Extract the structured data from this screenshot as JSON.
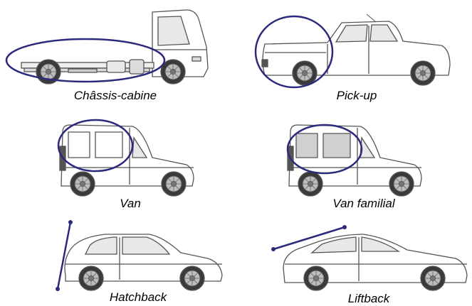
{
  "captions": {
    "chassis_cab": "Châssis-cabine",
    "pickup": "Pick-up",
    "van": "Van",
    "family_van": "Van familial",
    "hatchback": "Hatchback",
    "liftback": "Liftback"
  },
  "colors": {
    "highlight": "#2b2a7c",
    "vehicle_outline": "#555555",
    "vehicle_fill": "#ffffff",
    "glass": "#e8e8e8",
    "tire": "#3a3a3a",
    "rim": "#bdbdbd"
  }
}
